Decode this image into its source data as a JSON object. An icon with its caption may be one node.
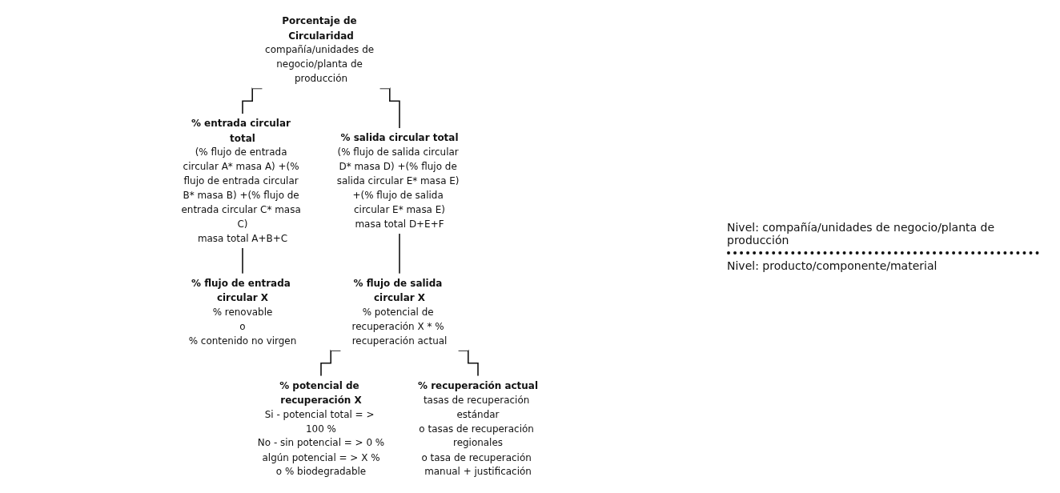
{
  "diagram": {
    "nodes": [
      {
        "text": [
          "Porcentaje de Circularidad",
          "compañía/unidades de negocio/planta de producción"
        ]
      },
      {
        "text": [
          "% entrada circular total",
          "(% flujo de entrada circular A* masa A) +(% flujo de entrada circular B* masa B) +(% flujo de entrada circular C* masa C)",
          "masa total A+B+C"
        ]
      },
      {
        "text": [
          "% salida circular total",
          "(% flujo de salida circular D* masa D) +(% flujo de salida circular E* masa E) +(% flujo de salida circular E* masa E)",
          "masa total D+E+F"
        ]
      },
      {
        "text": [
          "% flujo de entrada circular X",
          "% renovable",
          "o",
          "% contenido no virgen"
        ]
      },
      {
        "text": [
          "% flujo de salida circular X",
          "% potencial de recuperación X * % recuperación actual"
        ]
      },
      {
        "text": [
          "% potencial de recuperación X",
          "Si - potencial total = > 100 %",
          "No - sin potencial = > 0 %",
          "algún potencial = > X %",
          "o % biodegradable"
        ]
      },
      {
        "text": [
          "% recuperación actual",
          "tasas de recuperación estándar",
          "o tasas de recuperación regionales",
          "o tasa de recuperación manual + justificación"
        ]
      }
    ],
    "edges": [
      {
        "from": 0,
        "to": 1,
        "arrow": "none"
      },
      {
        "from": 0,
        "to": 2,
        "arrow": "none"
      },
      {
        "from": 1,
        "to": 3,
        "arrow": "none"
      },
      {
        "from": 2,
        "to": 4,
        "arrow": "none"
      },
      {
        "from": 4,
        "to": 5,
        "arrow": "none"
      },
      {
        "from": 4,
        "to": 6,
        "arrow": "none"
      }
    ],
    "labels": [
      "Nivel: compañía/unidades de negocio/planta de producción",
      "Nivel: producto/componente/material"
    ]
  }
}
